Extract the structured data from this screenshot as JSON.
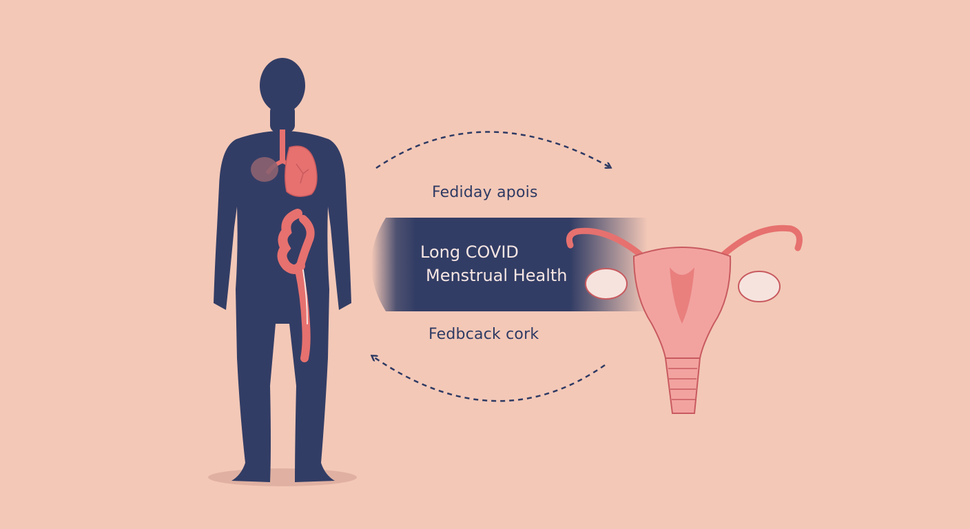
{
  "diagram": {
    "top_label": "Fediday apois",
    "bottom_label": "Fedbcack cork",
    "band": {
      "line1": "Long COVID",
      "line2": "Menstrual Health"
    }
  },
  "colors": {
    "background": "#f3c8b7",
    "silhouette": "#323d65",
    "organ": "#e6716f",
    "organ_outline": "#c85a5f",
    "uterus_fill": "#f2a3a0",
    "ovary": "#f6e3de",
    "text": "#2e3a63"
  }
}
